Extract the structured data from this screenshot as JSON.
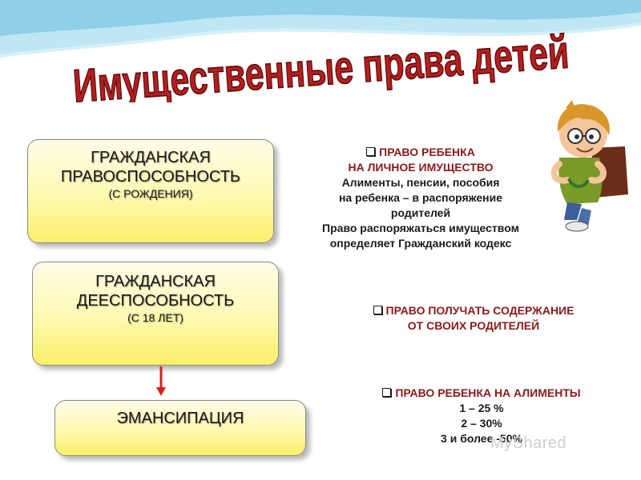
{
  "title": "Имущественные права детей",
  "boxes": {
    "capacity": {
      "line1": "ГРАЖДАНСКАЯ",
      "line2": "ПРАВОСПОСОБНОСТЬ",
      "note": "(С РОЖДЕНИЯ)"
    },
    "competence": {
      "line1": "ГРАЖДАНСКАЯ",
      "line2": "ДЕЕСПОСОБНОСТЬ",
      "note": "(С 18 ЛЕТ)"
    },
    "emancipation": {
      "label": "ЭМАНСИПАЦИЯ"
    }
  },
  "rights": {
    "property": {
      "head1": "ПРАВО РЕБЕНКА",
      "head2": "НА ЛИЧНОЕ ИМУЩЕСТВО",
      "l1": "Алименты, пенсии, пособия",
      "l2": "на ребенка – в распоряжение",
      "l3": "родителей",
      "l4": "Право распоряжаться имуществом",
      "l5": "определяет Гражданский кодекс"
    },
    "support": {
      "head1": "ПРАВО  ПОЛУЧАТЬ СОДЕРЖАНИЕ",
      "head2": "ОТ СВОИХ РОДИТЕЛЕЙ"
    },
    "alimony": {
      "head": "ПРАВО РЕБЕНКА НА АЛИМЕНТЫ",
      "r1": "1 – 25 %",
      "r2": "2 – 30%",
      "r3": "3 и более -50%"
    }
  },
  "watermark": "MyShared",
  "colors": {
    "box_fill": "#fff9b0",
    "title": "#b21e1e",
    "heading": "#8b1a1a",
    "arrow": "#d22222",
    "sky": "#a8dcef"
  }
}
